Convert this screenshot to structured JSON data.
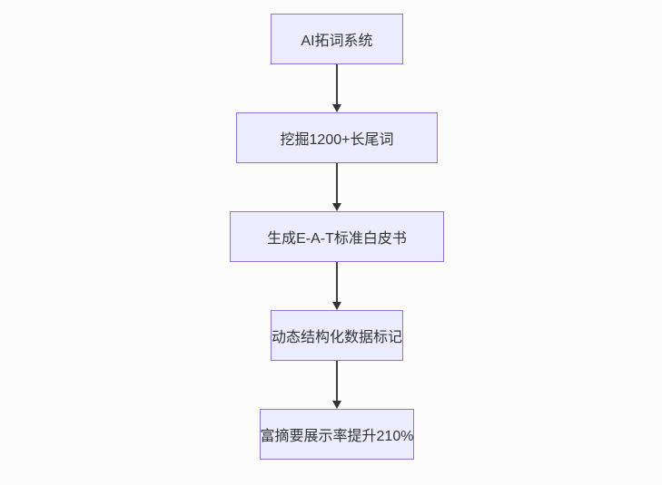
{
  "flowchart": {
    "type": "flowchart",
    "direction": "top-down",
    "nodes": [
      {
        "id": "A",
        "label": "AI拓词系统"
      },
      {
        "id": "B",
        "label": "挖掘1200+长尾词"
      },
      {
        "id": "C",
        "label": "生成E-A-T标准白皮书"
      },
      {
        "id": "D",
        "label": "动态结构化数据标记"
      },
      {
        "id": "E",
        "label": "富摘要展示率提升210%"
      }
    ],
    "edges": [
      {
        "from": "A",
        "to": "B",
        "label": ""
      },
      {
        "from": "B",
        "to": "C",
        "label": ""
      },
      {
        "from": "C",
        "to": "D",
        "label": ""
      },
      {
        "from": "D",
        "to": "E",
        "label": ""
      }
    ],
    "colors": {
      "node_fill": "#ECECFF",
      "node_border": "#9370DB",
      "node_text": "#333333",
      "arrow": "#333333",
      "background": "#fcfcfc"
    }
  }
}
